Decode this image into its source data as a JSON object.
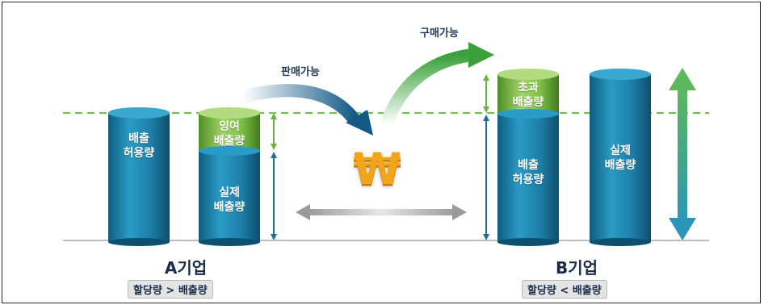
{
  "company_a": {
    "name": "A기업",
    "condition": "할당량 > 배출량",
    "allowance_label": "배출\n허용량",
    "surplus_label": "잉여\n배출량",
    "actual_label": "실제\n배출량"
  },
  "company_b": {
    "name": "B기업",
    "condition": "할당량 < 배출량",
    "excess_label": "초과\n배출량",
    "allowance_label": "배출\n허용량",
    "actual_label": "실제\n배출량"
  },
  "flows": {
    "sell": "판매가능",
    "buy": "구매가능",
    "currency_symbol": "₩"
  },
  "colors": {
    "cylinder_blue": "#1f7fa6",
    "cylinder_green": "#7cc043",
    "dashed_line": "#6cc24a",
    "arrow_blue": "#1e6f9a"
  }
}
